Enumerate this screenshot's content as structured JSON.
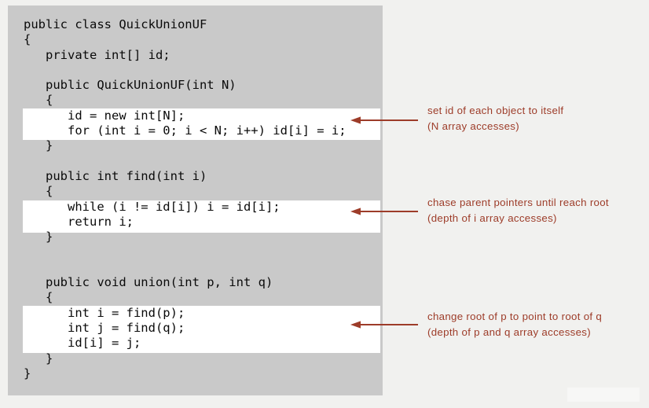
{
  "slide": {
    "code_lines": [
      "public class QuickUnionUF",
      "{",
      "   private int[] id;",
      "",
      "   public QuickUnionUF(int N)",
      "   {",
      "      id = new int[N];",
      "      for (int i = 0; i < N; i++) id[i] = i;",
      "   }",
      "",
      "   public int find(int i)",
      "   {",
      "      while (i != id[i]) i = id[i];",
      "      return i;",
      "   }",
      "",
      "",
      "   public void union(int p, int q)",
      "   {",
      "      int i = find(p);",
      "      int j = find(q);",
      "      id[i] = j;",
      "   }",
      "}"
    ],
    "annotations": [
      {
        "line1": "set id of each object to itself",
        "line2": "(N array accesses)"
      },
      {
        "line1": "chase parent pointers until reach root",
        "line2": "(depth of i array accesses)"
      },
      {
        "line1": "change root of p to point to root of q",
        "line2": "(depth of p and q array accesses)"
      }
    ],
    "icons": {
      "arrow": "left-arrow-icon"
    },
    "colors": {
      "page_bg": "#f1f1ef",
      "panel_bg": "#c9c9c9",
      "highlight_bg": "#ffffff",
      "code_text": "#0a0a0a",
      "accent": "#9d3c29"
    }
  }
}
